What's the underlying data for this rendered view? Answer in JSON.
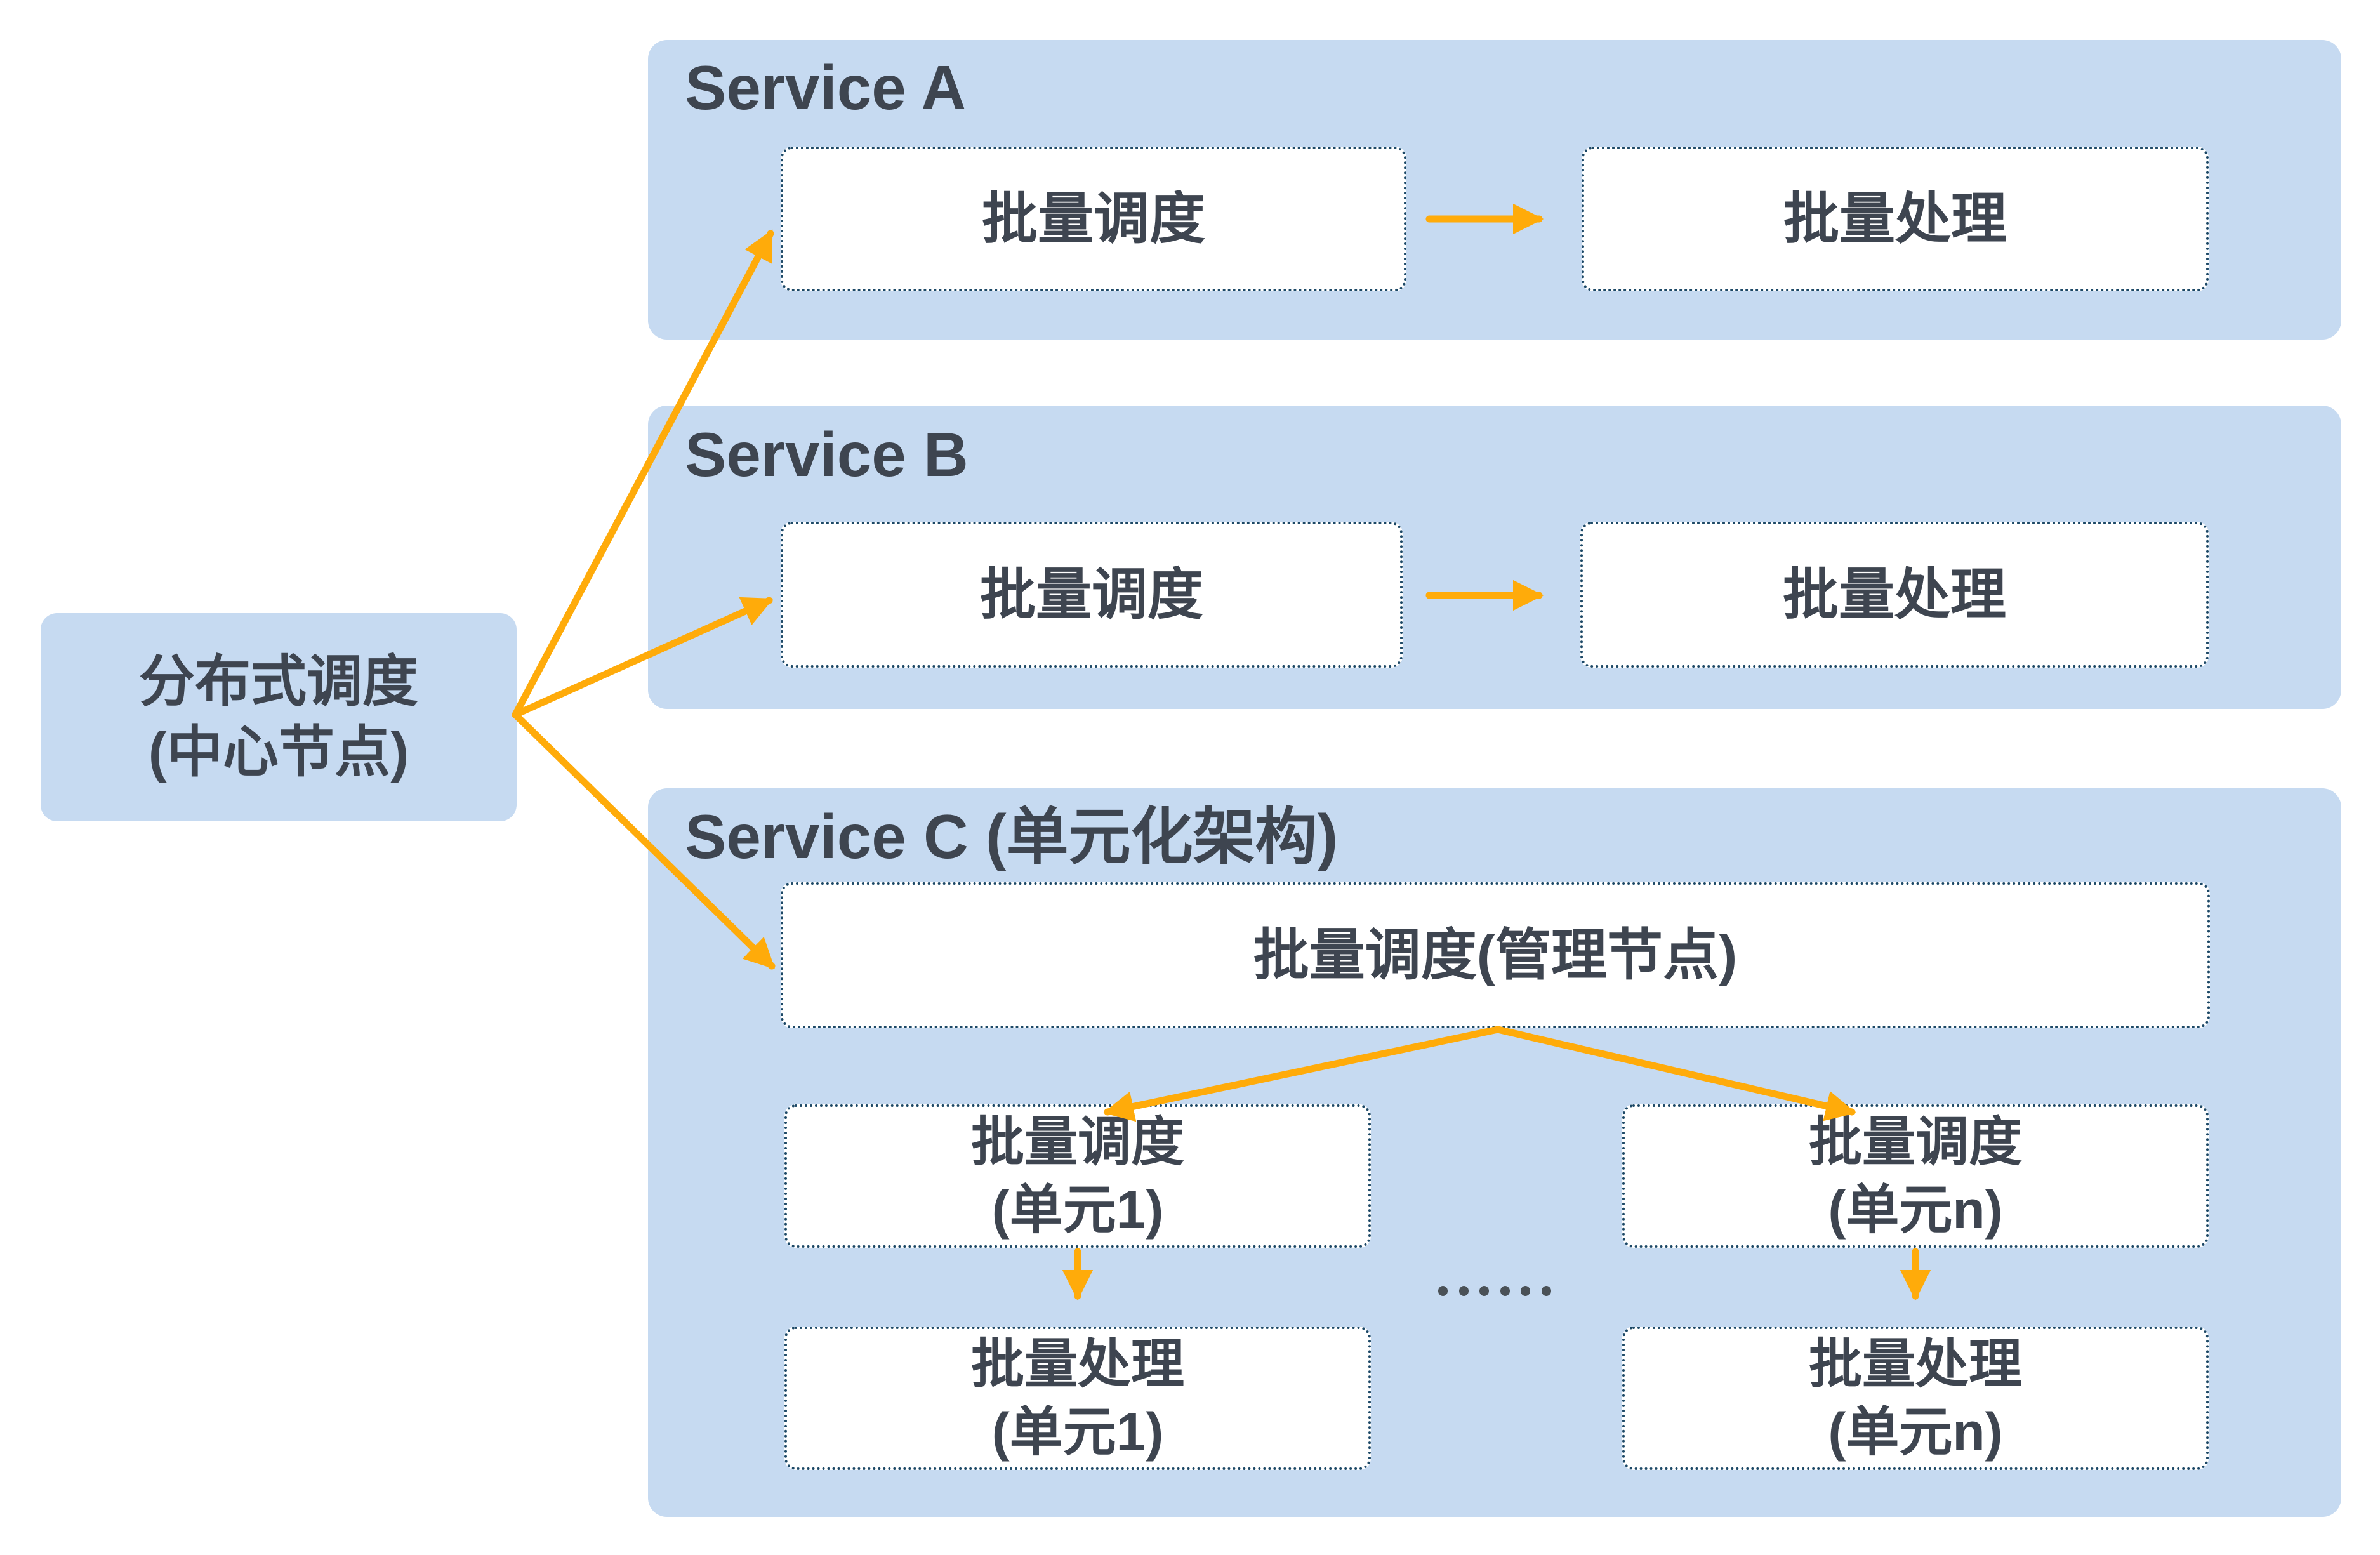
{
  "colors": {
    "panel_bg": "#C6DAF1",
    "node_bg": "#FFFFFF",
    "node_border": "#1C4866",
    "label_text": "#3E4550",
    "arrow": "#FFAB0A",
    "ellipsis_dot": "#4A5157"
  },
  "hub": {
    "line1": "分布式调度",
    "line2": "(中心节点)"
  },
  "service_a": {
    "title": "Service A",
    "scheduler": "批量调度",
    "processor": "批量处理"
  },
  "service_b": {
    "title": "Service B",
    "scheduler": "批量调度",
    "processor": "批量处理"
  },
  "service_c": {
    "title": "Service C (单元化架构)",
    "manager": "批量调度(管理节点)",
    "unit1_scheduler_line1": "批量调度",
    "unit1_scheduler_line2": "(单元1)",
    "unit1_processor_line1": "批量处理",
    "unit1_processor_line2": "(单元1)",
    "unitn_scheduler_line1": "批量调度",
    "unitn_scheduler_line2": "(单元n)",
    "unitn_processor_line1": "批量处理",
    "unitn_processor_line2": "(单元n)",
    "ellipsis": "……"
  }
}
